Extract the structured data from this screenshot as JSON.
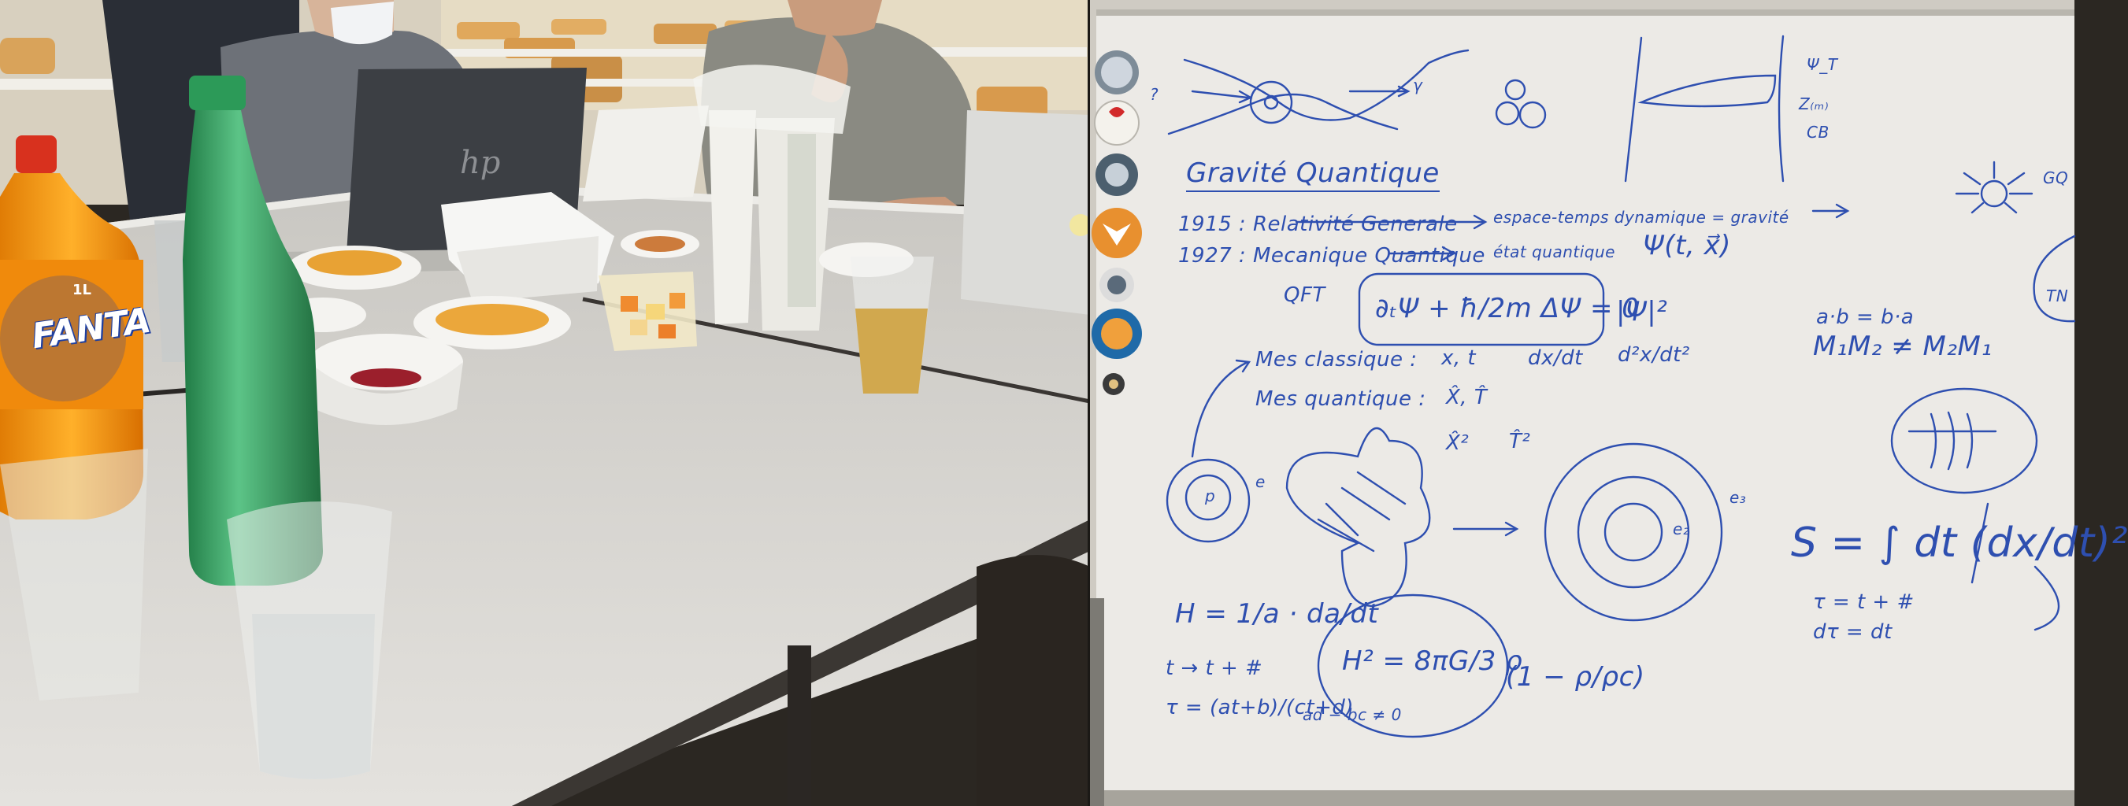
{
  "left_photo": {
    "bottle_brand": "FANTA",
    "bottle_volume": "1L",
    "laptop_brand_icon": "hp-logo-icon"
  },
  "whiteboard": {
    "title": "Gravité Quantique",
    "lines": {
      "relativite": "1915 : Relativité Generale",
      "espace_temps": "espace-temps dynamique = gravité",
      "mecanique": "1927 : Mecanique Quantique",
      "etat": "état quantique",
      "psi_fn": "Ψ(t, x⃗)",
      "qft_label": "QFT",
      "schrodinger": "∂ₜΨ + ħ/2m ΔΨ = 0",
      "psi_sq": "|Ψ|²",
      "mes_classique": "Mes classique :",
      "xt": "x, t",
      "dxdt": "dx/dt",
      "d2xdt2": "d²x/dt²",
      "mes_quantique": "Mes quantique :",
      "xhat_that": "X̂, T̂",
      "xhat2": "X̂²",
      "that2": "T̂²",
      "commute": "a·b = b·a",
      "m1m2": "M₁M₂ ≠ M₂M₁",
      "e_label": "e",
      "p_label": "p",
      "e2_label": "e₂",
      "e3_label": "e₃",
      "action": "S = ∫ dt (dx/dt)²",
      "tau_shift": "τ = t + #",
      "dt_eq": "dτ = dt",
      "hubble": "H = 1/a · da/dt",
      "t_shift": "t → t + #",
      "mobius": "τ = (at+b)/(ct+d)",
      "ad_bc": "ad − bc ≠ 0",
      "friedmann": "H² = 8πG/3 ρ",
      "correction": "(1 − ρ/ρc)",
      "psi_t": "Ψ_T",
      "z_label": "Z₍ₘ₎",
      "cb_label": "CB",
      "gq_label": "GQ",
      "tn_label": "TN",
      "question": "?",
      "gamma": "γ"
    }
  },
  "colors": {
    "marker_blue": "#2e4fb0",
    "fanta_orange": "#f39a12",
    "bottle_green": "#2f9b5a",
    "table_gray": "#d6d4cf",
    "whiteboard": "#eceae6"
  }
}
